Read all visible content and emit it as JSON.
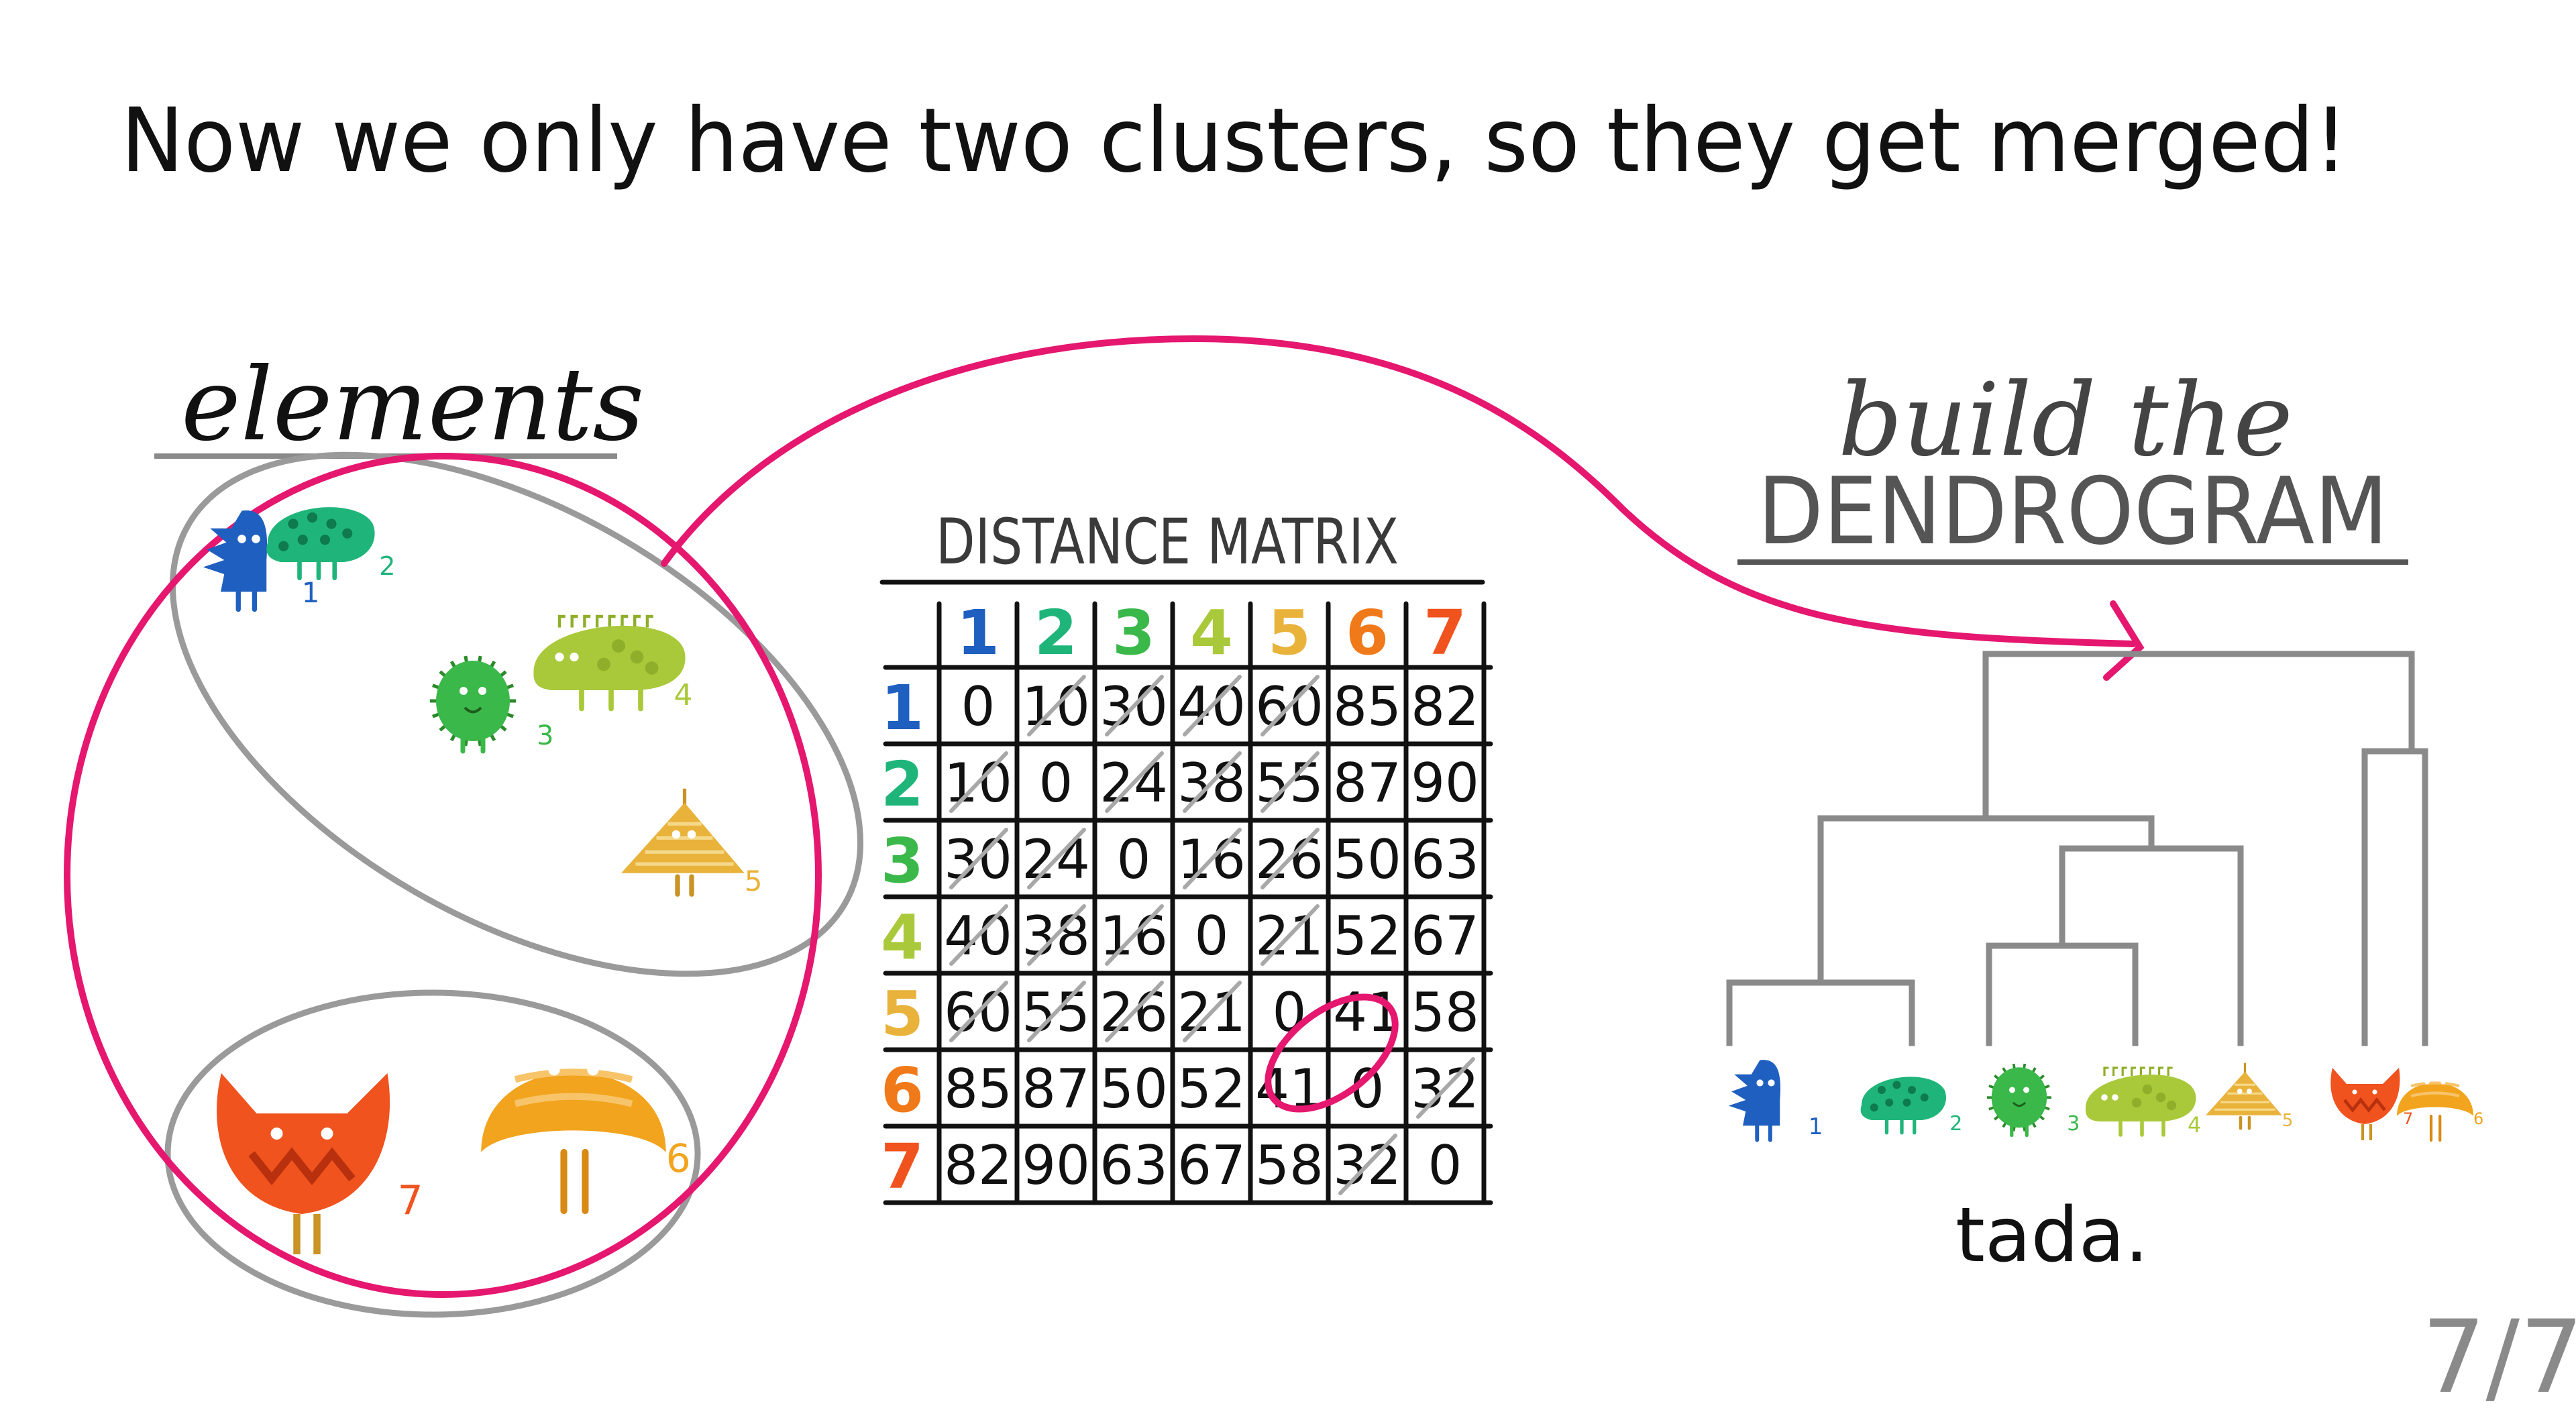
{
  "title": "Now we only have two clusters, so they get merged!",
  "elements_heading": "elements",
  "matrix": {
    "heading": "DISTANCE MATRIX",
    "labels": [
      "1",
      "2",
      "3",
      "4",
      "5",
      "6",
      "7"
    ],
    "label_colors": [
      "#1f5fc0",
      "#1fb57a",
      "#3ab84a",
      "#a9c93a",
      "#e9b23a",
      "#f07a1a",
      "#f0531e"
    ],
    "rows": [
      [
        "0",
        "10",
        "30",
        "40",
        "60",
        "85",
        "82"
      ],
      [
        "10",
        "0",
        "24",
        "38",
        "55",
        "87",
        "90"
      ],
      [
        "30",
        "24",
        "0",
        "16",
        "26",
        "50",
        "63"
      ],
      [
        "40",
        "38",
        "16",
        "0",
        "21",
        "52",
        "67"
      ],
      [
        "60",
        "55",
        "26",
        "21",
        "0",
        "41",
        "58"
      ],
      [
        "85",
        "87",
        "50",
        "52",
        "41",
        "0",
        "32"
      ],
      [
        "82",
        "90",
        "63",
        "67",
        "58",
        "32",
        "0"
      ]
    ]
  },
  "dendrogram": {
    "heading_line1": "build the",
    "heading_line2": "DENDROGRAM",
    "leaf_labels": [
      "1",
      "2",
      "3",
      "4",
      "5",
      "7",
      "6"
    ],
    "caption": "tada."
  },
  "elements": [
    {
      "label": "1",
      "color": "#1f5fc0",
      "icon": "blue-spiky-monster"
    },
    {
      "label": "2",
      "color": "#1fb57a",
      "icon": "green-spotted-blob-monster"
    },
    {
      "label": "3",
      "color": "#3ab84a",
      "icon": "green-fuzzy-monster"
    },
    {
      "label": "4",
      "color": "#a9c93a",
      "icon": "yellow-green-caterpillar-monster"
    },
    {
      "label": "5",
      "color": "#e9b23a",
      "icon": "yellow-triangle-monster"
    },
    {
      "label": "6",
      "color": "#f2a41e",
      "icon": "orange-dome-monster"
    },
    {
      "label": "7",
      "color": "#f0531e",
      "icon": "red-cup-monster"
    }
  ],
  "page_number": "7/7"
}
